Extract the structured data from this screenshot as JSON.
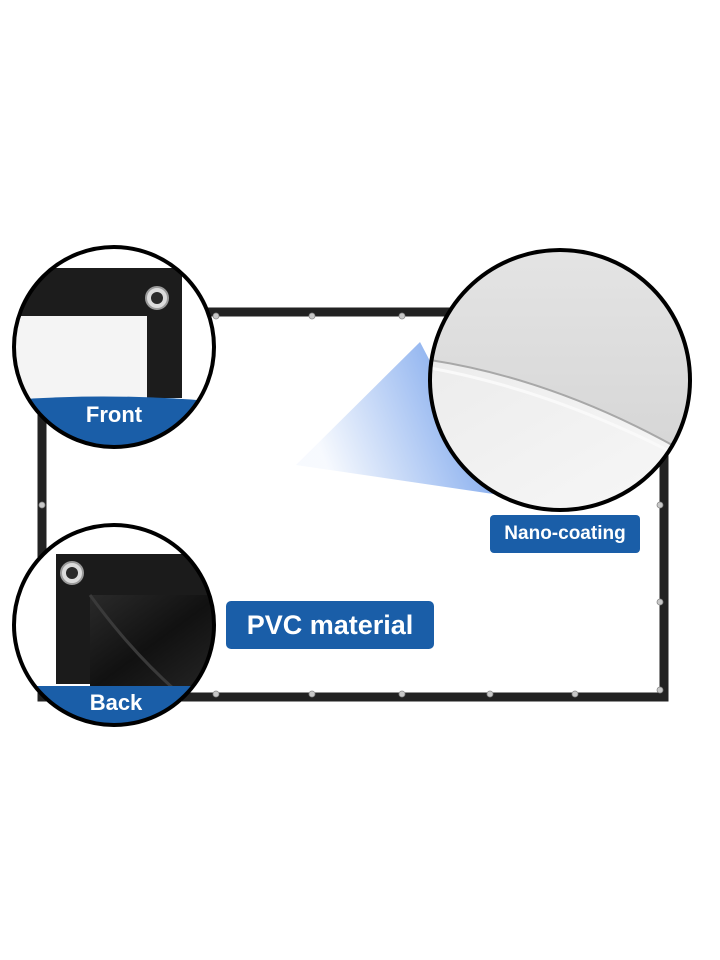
{
  "callouts": {
    "front_label": "Front",
    "back_label": "Back",
    "nano_label": "Nano-coating",
    "pvc_label": "PVC material"
  },
  "colors": {
    "screen_border": "#222222",
    "badge_blue": "#1a5ea8",
    "screen_surface": "#ffffff",
    "back_fabric": "#1b1b1b",
    "grommet": "#c8c8c8"
  },
  "icons": [
    "grommet-icon"
  ]
}
